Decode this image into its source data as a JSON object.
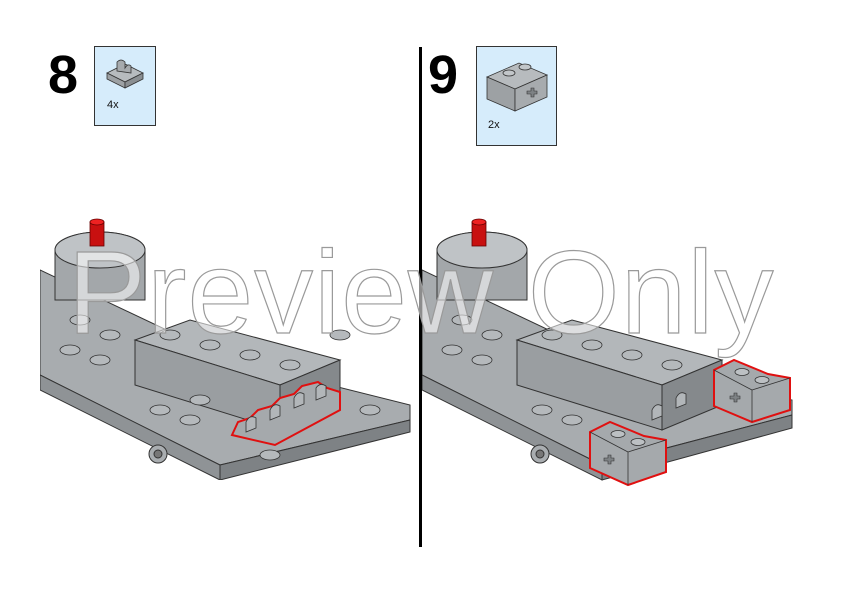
{
  "steps": [
    {
      "number": "8",
      "parts": [
        {
          "name": "tile-with-clip",
          "quantity": "4x",
          "color": "#a0a5a9"
        }
      ],
      "highlight_color": "#e01010"
    },
    {
      "number": "9",
      "parts": [
        {
          "name": "technic-brick-1x2-axle-hole",
          "quantity": "2x",
          "color": "#a0a5a9"
        }
      ],
      "highlight_color": "#e01010"
    }
  ],
  "watermark": "Preview Only",
  "colors": {
    "callout_bg": "#d6ecfb",
    "brick_gray": "#a0a5a9",
    "accent_red": "#cc0000"
  }
}
